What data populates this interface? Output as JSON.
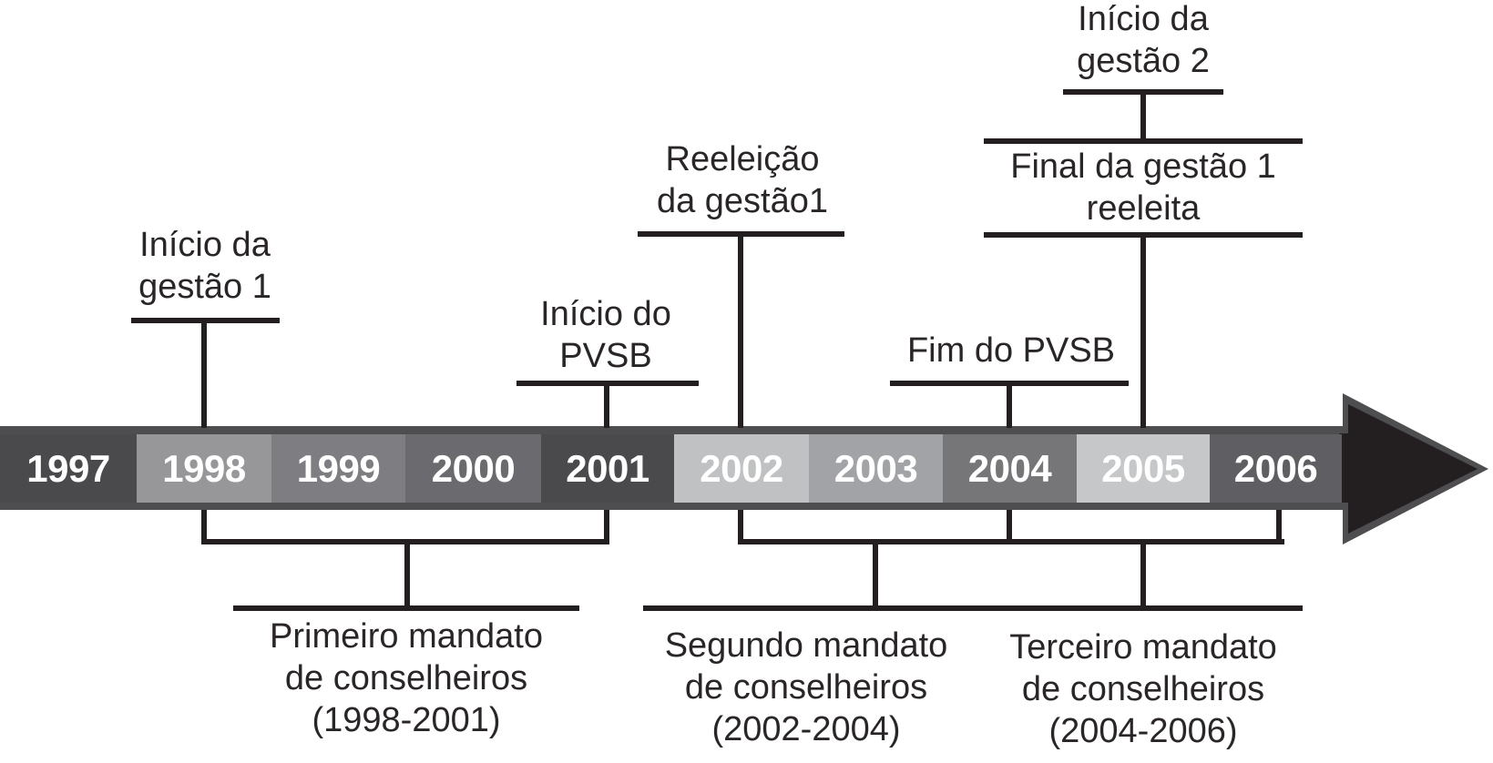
{
  "timeline": {
    "years": [
      {
        "label": "1997",
        "color": "#4a494c"
      },
      {
        "label": "1998",
        "color": "#97979a"
      },
      {
        "label": "1999",
        "color": "#7e7e82"
      },
      {
        "label": "2000",
        "color": "#6b6b6f"
      },
      {
        "label": "2001",
        "color": "#4a494c"
      },
      {
        "label": "2002",
        "color": "#c0c1c3"
      },
      {
        "label": "2003",
        "color": "#a2a3a6"
      },
      {
        "label": "2004",
        "color": "#767679"
      },
      {
        "label": "2005",
        "color": "#c6c7c9"
      },
      {
        "label": "2006",
        "color": "#5f5f63"
      }
    ],
    "band_color": "#4e4d50",
    "arrow_color": "#231f20"
  },
  "events_above": [
    {
      "id": "inicio-gestao-1",
      "line1": "Início da",
      "line2": "gestão 1",
      "year": "1998"
    },
    {
      "id": "inicio-pvsb",
      "line1": "Início do",
      "line2": "PVSB",
      "year": "2001"
    },
    {
      "id": "reeleicao-gestao-1",
      "line1": "Reeleição",
      "line2": "da gestão1",
      "year": "2002"
    },
    {
      "id": "fim-pvsb",
      "line1": "Fim do PVSB",
      "line2": "",
      "year": "2004"
    },
    {
      "id": "final-gestao-1",
      "line1": "Final da gestão 1",
      "line2": "reeleita",
      "year": "2005"
    },
    {
      "id": "inicio-gestao-2",
      "line1": "Início da",
      "line2": "gestão 2",
      "year": "2005"
    }
  ],
  "periods_below": [
    {
      "id": "primeiro-mandato",
      "line1": "Primeiro mandato",
      "line2": "de conselheiros",
      "line3": "(1998-2001)",
      "start": "1998",
      "end": "2001"
    },
    {
      "id": "segundo-mandato",
      "line1": "Segundo mandato",
      "line2": "de conselheiros",
      "line3": "(2002-2004)",
      "start": "2002",
      "end": "2004"
    },
    {
      "id": "terceiro-mandato",
      "line1": "Terceiro mandato",
      "line2": "de conselheiros",
      "line3": "(2004-2006)",
      "start": "2004",
      "end": "2006"
    }
  ]
}
